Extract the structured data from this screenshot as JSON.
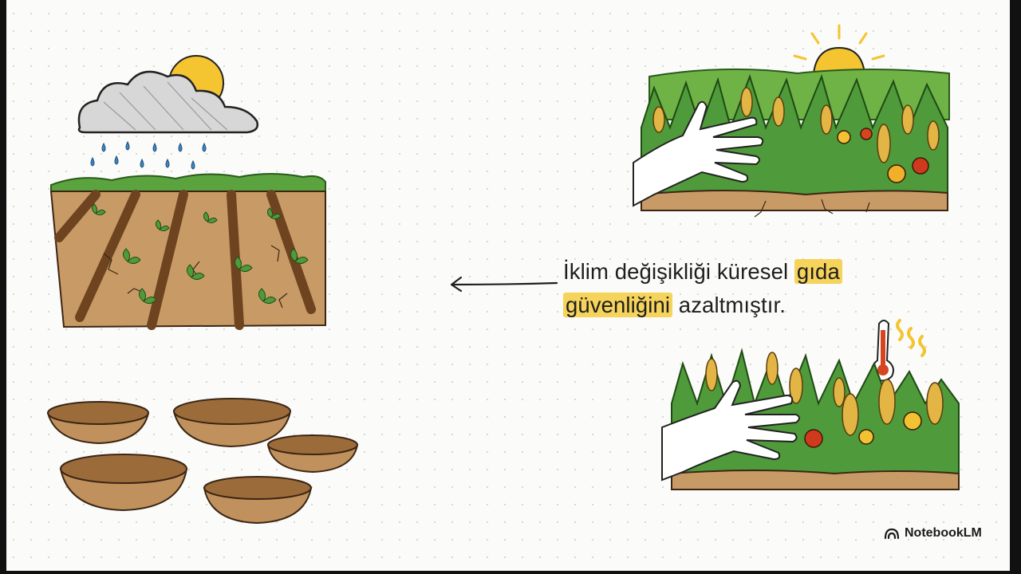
{
  "caption": {
    "part1": "İklim değişikliği küresel ",
    "highlight1": "gıda",
    "highlight2": "güvenliğini",
    "part2": " azaltmıştır."
  },
  "brand": {
    "name": "NotebookLM",
    "icon": "notebooklm-logo-icon"
  },
  "colors": {
    "highlight": "#f6d35a",
    "soil": "#c89a66",
    "grass": "#4f9a3a",
    "sun": "#f4c431"
  }
}
